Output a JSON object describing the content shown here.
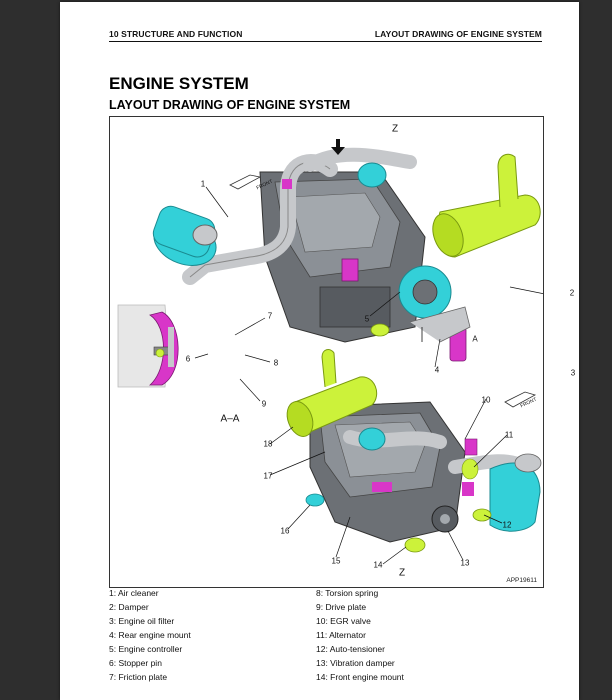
{
  "header": {
    "left": "10 STRUCTURE AND FUNCTION",
    "right": "LAYOUT DRAWING OF ENGINE SYSTEM"
  },
  "title": "ENGINE SYSTEM",
  "subtitle": "LAYOUT DRAWING OF ENGINE SYSTEM",
  "figure": {
    "code": "APP19611",
    "view_markers": {
      "top": "Z",
      "bottom": "Z",
      "section_a": "A",
      "section_aa": "A–A"
    },
    "front_tags": [
      "FRONT",
      "FRONT"
    ],
    "callouts": [
      "1",
      "2",
      "3",
      "4",
      "5",
      "6",
      "7",
      "8",
      "9",
      "10",
      "11",
      "12",
      "13",
      "14",
      "15",
      "16",
      "17",
      "18"
    ],
    "colors": {
      "air_cleaner": "#33d0d8",
      "muffler": "#ccf23a",
      "accent_magenta": "#d836c8",
      "engine_gray": "#6c7075",
      "pipe_gray": "#c6c8cb"
    }
  },
  "legend": {
    "left": [
      "1: Air cleaner",
      "2: Damper",
      "3: Engine oil filter",
      "4: Rear engine mount",
      "5: Engine controller",
      "6: Stopper pin",
      "7: Friction plate"
    ],
    "right": [
      "8: Torsion spring",
      "9: Drive plate",
      "10: EGR valve",
      "11: Alternator",
      "12: Auto-tensioner",
      "13: Vibration damper",
      "14: Front engine mount"
    ]
  }
}
